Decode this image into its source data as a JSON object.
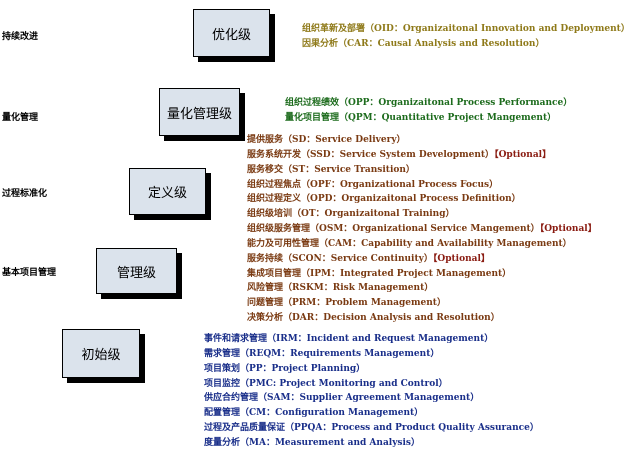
{
  "side_labels": [
    "持续改进",
    "量化管理",
    "过程标准化",
    "基本项目管理"
  ],
  "levels": [
    "优化级",
    "量化管理级",
    "定义级",
    "管理级",
    "初始级"
  ],
  "optimizing": [
    "组织革新及部署（OID：Organizaitonal Innovation and Deployment）",
    "因果分析（CAR：Causal Analysis and Resolution）"
  ],
  "quantitative": [
    "组织过程绩效（OPP：Organizaitonal Process Performance）",
    "量化项目管理（QPM：Quantitative Project Mangement）"
  ],
  "defined": [
    {
      "text": "提供服务（SD：Service Delivery）",
      "optional": ""
    },
    {
      "text": "服务系统开发（SSD：Service System Development）",
      "optional": "【Optional】"
    },
    {
      "text": "服务移交（ST：Service Transition）",
      "optional": ""
    },
    {
      "text": "组织过程焦点（OPF：Organizational Process Focus）",
      "optional": ""
    },
    {
      "text": "组织过程定义（OPD：Organizaitonal Process Definition）",
      "optional": ""
    },
    {
      "text": "组织级培训（OT：Organizaitonal Training）",
      "optional": ""
    },
    {
      "text": "组织级服务管理（OSM：Organizational Service Mangement）",
      "optional": "【Optional】"
    },
    {
      "text": "能力及可用性管理（CAM：Capability and Availability Management）",
      "optional": ""
    },
    {
      "text": "服务持续（SCON：Service Continuity）",
      "optional": "【Optional】"
    },
    {
      "text": "集成项目管理（IPM：Integrated Project Management）",
      "optional": ""
    },
    {
      "text": "风险管理（RSKM：Risk Management）",
      "optional": ""
    },
    {
      "text": "问题管理（PRM：Problem Management）",
      "optional": ""
    },
    {
      "text": "决策分析（DAR：Decision Analysis and Resolution）",
      "optional": ""
    }
  ],
  "managed": [
    "事件和请求管理（IRM：Incident and Request Management）",
    "需求管理（REQM：Requirements Management）",
    "项目策划（PP：Project Planning）",
    "项目监控（PMC: Project Monitoring and Control）",
    "供应合约管理（SAM：Supplier Agreement Management）",
    "配置管理（CM：Configuration Management）",
    "过程及产品质量保证（PPQA：Process and Product Quality Assurance）",
    "度量分析（MA：Measurement and Analysis）"
  ]
}
